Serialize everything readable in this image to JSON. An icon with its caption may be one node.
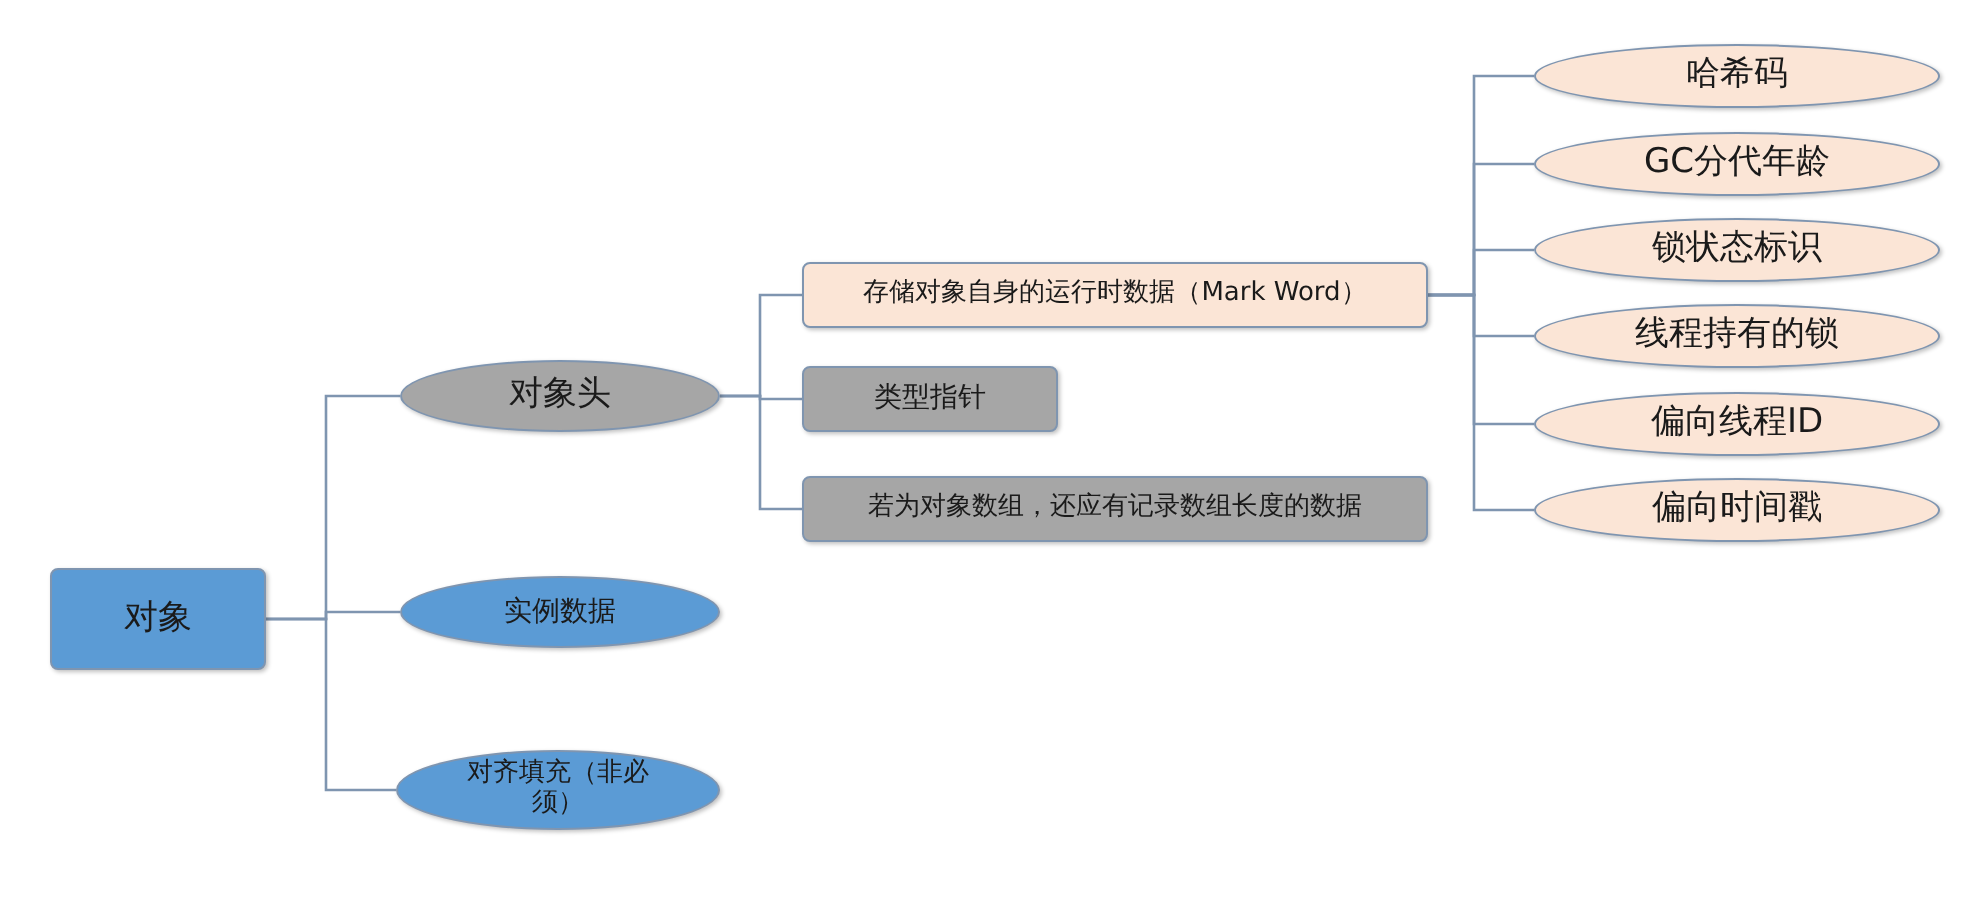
{
  "diagram": {
    "nodes": [
      {
        "text": [
          "对象"
        ]
      },
      {
        "text": [
          "对象头"
        ]
      },
      {
        "text": [
          "实例数据"
        ]
      },
      {
        "text": [
          "对齐填充（非必须）"
        ]
      },
      {
        "text": [
          "存储对象自身的运行时数据（Mark Word）"
        ]
      },
      {
        "text": [
          "类型指针"
        ]
      },
      {
        "text": [
          "若为对象数组，还应有记录数组长度的数据"
        ]
      },
      {
        "text": [
          "哈希码"
        ]
      },
      {
        "text": [
          "GC分代年龄"
        ]
      },
      {
        "text": [
          "锁状态标识"
        ]
      },
      {
        "text": [
          "线程持有的锁"
        ]
      },
      {
        "text": [
          "偏向线程ID"
        ]
      },
      {
        "text": [
          "偏向时间戳"
        ]
      }
    ],
    "edges": [
      {
        "from": 0,
        "to": 1,
        "arrow": "none"
      },
      {
        "from": 0,
        "to": 2,
        "arrow": "none"
      },
      {
        "from": 0,
        "to": 3,
        "arrow": "none"
      },
      {
        "from": 1,
        "to": 4,
        "arrow": "none"
      },
      {
        "from": 1,
        "to": 5,
        "arrow": "none"
      },
      {
        "from": 1,
        "to": 6,
        "arrow": "none"
      },
      {
        "from": 4,
        "to": 7,
        "arrow": "none"
      },
      {
        "from": 4,
        "to": 8,
        "arrow": "none"
      },
      {
        "from": 4,
        "to": 9,
        "arrow": "none"
      },
      {
        "from": 4,
        "to": 10,
        "arrow": "none"
      },
      {
        "from": 4,
        "to": 11,
        "arrow": "none"
      },
      {
        "from": 4,
        "to": 12,
        "arrow": "none"
      }
    ]
  }
}
